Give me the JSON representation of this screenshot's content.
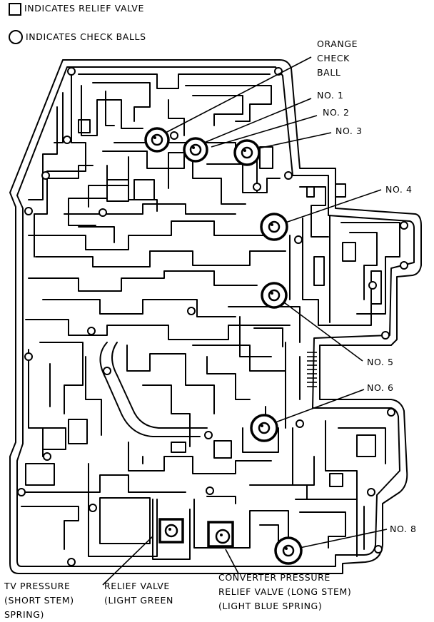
{
  "legend": {
    "relief_valve": {
      "symbol": "square",
      "text": "INDICATES RELIEF VALVE"
    },
    "check_ball": {
      "symbol": "circle",
      "text": "INDICATES CHECK BALLS"
    }
  },
  "callouts": {
    "orange_line1": "ORANGE",
    "orange_line2": "CHECK",
    "orange_line3": "BALL",
    "no1": "NO. 1",
    "no2": "NO. 2",
    "no3": "NO. 3",
    "no4": "NO. 4",
    "no5": "NO. 5",
    "no6": "NO. 6",
    "no8": "NO. 8"
  },
  "bottom_labels": {
    "tv_line1": "TV PRESSURE",
    "tv_line2": "(SHORT STEM)",
    "tv_line3": "SPRING)",
    "relief_line1": "RELIEF VALVE",
    "relief_line2": "(LIGHT GREEN",
    "conv_line1": "CONVERTER PRESSURE",
    "conv_line2": "RELIEF VALVE (LONG STEM)",
    "conv_line3": "(LIGHT BLUE SPRING)"
  },
  "colors": {
    "ink": "#000000",
    "paper": "#ffffff"
  }
}
